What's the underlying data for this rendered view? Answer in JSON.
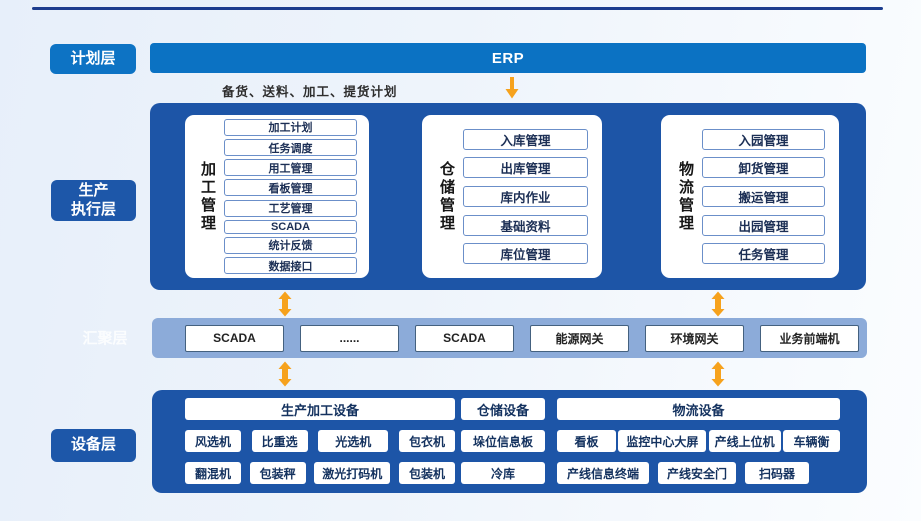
{
  "layers": {
    "planning_label": "计划层",
    "execution_label_line1": "生产",
    "execution_label_line2": "执行层",
    "aggregation_label": "汇聚层",
    "device_label": "设备层"
  },
  "erp": {
    "title": "ERP",
    "plan_note": "备货、送料、加工、提货计划"
  },
  "execution": {
    "groups": [
      {
        "title": "加工管理",
        "items": [
          "加工计划",
          "任务调度",
          "用工管理",
          "看板管理",
          "工艺管理",
          "SCADA",
          "统计反馈",
          "数据接口"
        ]
      },
      {
        "title": "仓储管理",
        "items": [
          "入库管理",
          "出库管理",
          "库内作业",
          "基础资料",
          "库位管理"
        ]
      },
      {
        "title": "物流管理",
        "items": [
          "入园管理",
          "卸货管理",
          "搬运管理",
          "出园管理",
          "任务管理"
        ]
      }
    ]
  },
  "aggregation": {
    "nodes": [
      "SCADA",
      "......",
      "SCADA",
      "能源网关",
      "环境网关",
      "业务前端机"
    ]
  },
  "device": {
    "groups": [
      {
        "title": "生产加工设备",
        "row1": [
          "风选机",
          "比重选",
          "光选机",
          "包衣机"
        ],
        "row2": [
          "翻混机",
          "包装秤",
          "激光打码机",
          "包装机"
        ]
      },
      {
        "title": "仓储设备",
        "row1": [
          "垛位信息板"
        ],
        "row2": [
          "冷库"
        ]
      },
      {
        "title": "物流设备",
        "row1": [
          "看板",
          "监控中心大屏",
          "产线上位机",
          "车辆衡"
        ],
        "row2": [
          "产线信息终端",
          "产线安全门",
          "扫码器"
        ]
      }
    ]
  },
  "colors": {
    "accent_blue": "#0b72c3",
    "dark_blue": "#1d55a7",
    "light_blue_bar": "#8cabd9",
    "navy_rule": "#1c3c8e",
    "arrow_orange": "#f6a21d"
  }
}
